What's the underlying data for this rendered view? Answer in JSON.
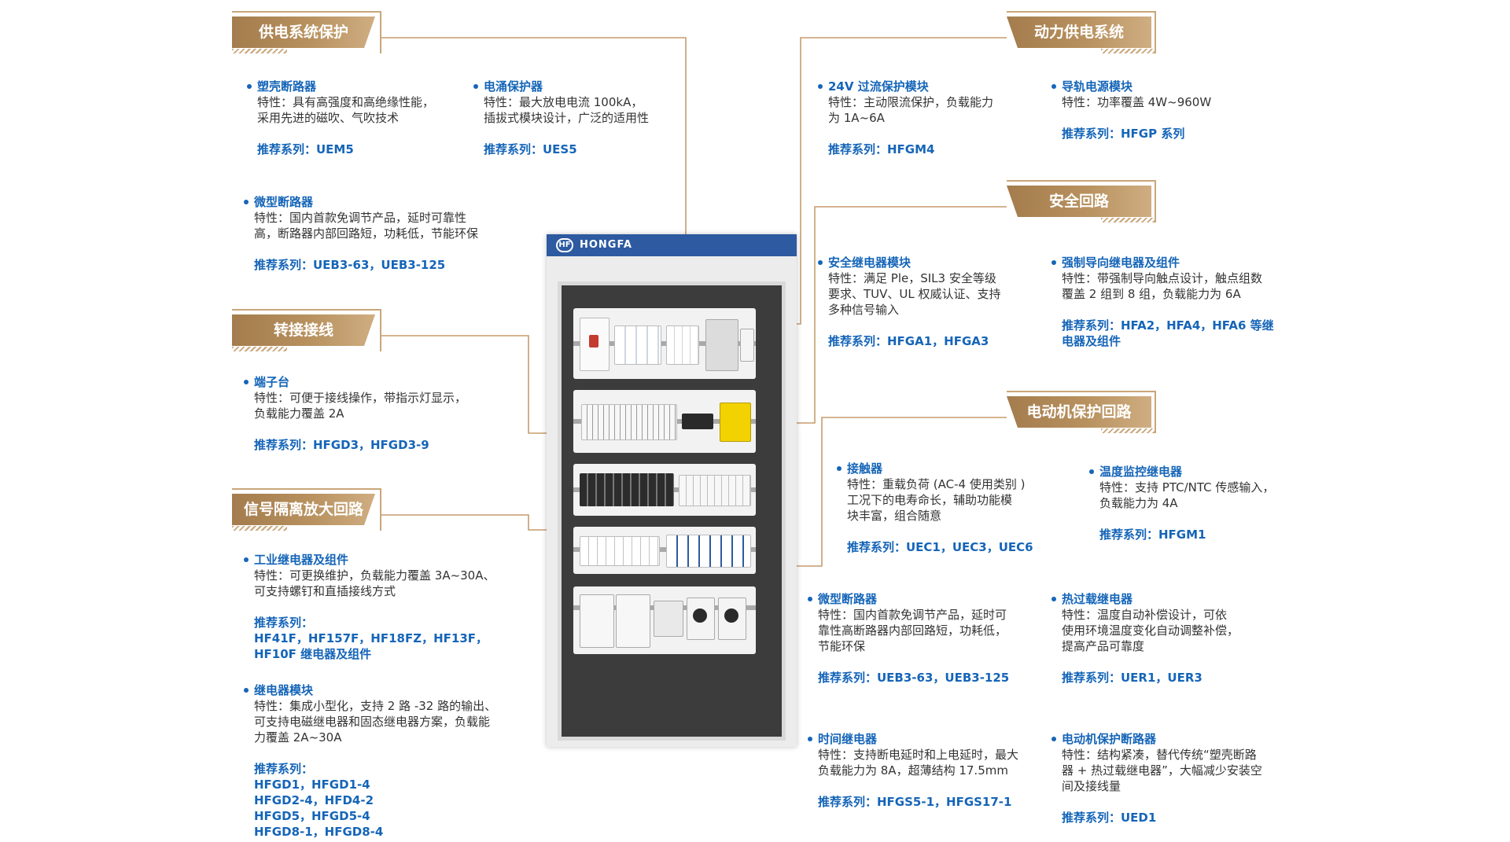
{
  "sections": {
    "power_protection": "供电系统保护",
    "adapter_wiring": "转接接线",
    "signal_isolation": "信号隔离放大回路",
    "power_supply": "动力供电系统",
    "safety_circuit": "安全回路",
    "motor_protection": "电动机保护回路"
  },
  "cabinet": {
    "brand": "HONGFA",
    "logo_mark": "HF"
  },
  "items": {
    "mccb": {
      "name": "塑壳断路器",
      "desc": [
        "特性：具有高强度和高绝缘性能，",
        "采用先进的磁吹、气吹技术"
      ],
      "rec": "推荐系列：UEM5"
    },
    "spd": {
      "name": "电涌保护器",
      "desc": [
        "特性：最大放电电流 100kA，",
        "插拔式模块设计，广泛的适用性"
      ],
      "rec": "推荐系列：UES5"
    },
    "mcb_left": {
      "name": "微型断路器",
      "desc": [
        "特性：国内首款免调节产品，延时可靠性",
        "高，断路器内部回路短，功耗低，节能环保"
      ],
      "rec": "推荐系列：UEB3-63，UEB3-125"
    },
    "terminal": {
      "name": "端子台",
      "desc": [
        "特性：可便于接线操作，带指示灯显示，",
        "负载能力覆盖 2A"
      ],
      "rec": "推荐系列：HFGD3，HFGD3-9"
    },
    "industrial_relay": {
      "name": "工业继电器及组件",
      "desc": [
        "特性：可更换维护，负载能力覆盖 3A~30A、",
        "可支持螺钉和直插接线方式"
      ],
      "rec": [
        "推荐系列：",
        "HF41F，HF157F，HF18FZ，HF13F，",
        "HF10F 继电器及组件"
      ]
    },
    "relay_module": {
      "name": "继电器模块",
      "desc": [
        "特性：集成小型化，支持 2 路 -32 路的输出、",
        "可支持电磁继电器和固态继电器方案，负载能",
        "力覆盖 2A~30A"
      ],
      "rec": [
        "推荐系列：",
        "HFGD1，HFGD1-4",
        "HFGD2-4，HFD4-2",
        "HFGD5，HFGD5-4",
        "HFGD8-1，HFGD8-4"
      ]
    },
    "overcurrent_24v": {
      "name": "24V 过流保护模块",
      "desc": [
        "特性：主动限流保护，负载能力",
        "为 1A~6A"
      ],
      "rec": "推荐系列：HFGM4"
    },
    "rail_psu": {
      "name": "导轨电源模块",
      "desc": [
        "特性：功率覆盖 4W~960W"
      ],
      "rec": "推荐系列：HFGP 系列"
    },
    "safety_relay": {
      "name": "安全继电器模块",
      "desc": [
        "特性：满足 Ple，SIL3 安全等级",
        "要求、TUV、UL 权威认证、支持",
        "多种信号输入"
      ],
      "rec": "推荐系列：HFGA1，HFGA3"
    },
    "forced_relay": {
      "name": "强制导向继电器及组件",
      "desc": [
        "特性：带强制导向触点设计，触点组数",
        "覆盖 2 组到 8 组，负载能力为 6A"
      ],
      "rec": [
        "推荐系列：HFA2，HFA4，HFA6 等继",
        "电器及组件"
      ]
    },
    "contactor": {
      "name": "接触器",
      "desc": [
        "特性：重载负荷 (AC-4 使用类别 )",
        "工况下的电寿命长，辅助功能模",
        "块丰富，组合随意"
      ],
      "rec": "推荐系列：UEC1，UEC3，UEC6"
    },
    "temp_relay": {
      "name": "温度监控继电器",
      "desc": [
        "特性：支持 PTC/NTC 传感输入，",
        "负载能力为 4A"
      ],
      "rec": "推荐系列：HFGM1"
    },
    "mcb_right": {
      "name": "微型断路器",
      "desc": [
        "特性：国内首款免调节产品，延时可",
        "靠性高断路器内部回路短，功耗低，",
        "节能环保"
      ],
      "rec": "推荐系列：UEB3-63，UEB3-125"
    },
    "thermal_relay": {
      "name": "热过载继电器",
      "desc": [
        "特性：温度自动补偿设计，可依",
        "使用环境温度变化自动调整补偿，",
        "提高产品可靠度"
      ],
      "rec": "推荐系列：UER1，UER3"
    },
    "time_relay": {
      "name": "时间继电器",
      "desc": [
        "特性：支持断电延时和上电延时，最大",
        "负载能力为 8A，超薄结构 17.5mm"
      ],
      "rec": "推荐系列：HFGS5-1，HFGS17-1"
    },
    "motor_breaker": {
      "name": "电动机保护断路器",
      "desc": [
        "特性：结构紧凑，替代传统“塑壳断路",
        "器 + 热过载继电器”，大幅减少安装空",
        "间及接线量"
      ],
      "rec": "推荐系列：UED1"
    }
  },
  "colors": {
    "accent_blue": "#1565b8",
    "badge_gold": "#b18959",
    "line_gold": "#c69c6d"
  }
}
